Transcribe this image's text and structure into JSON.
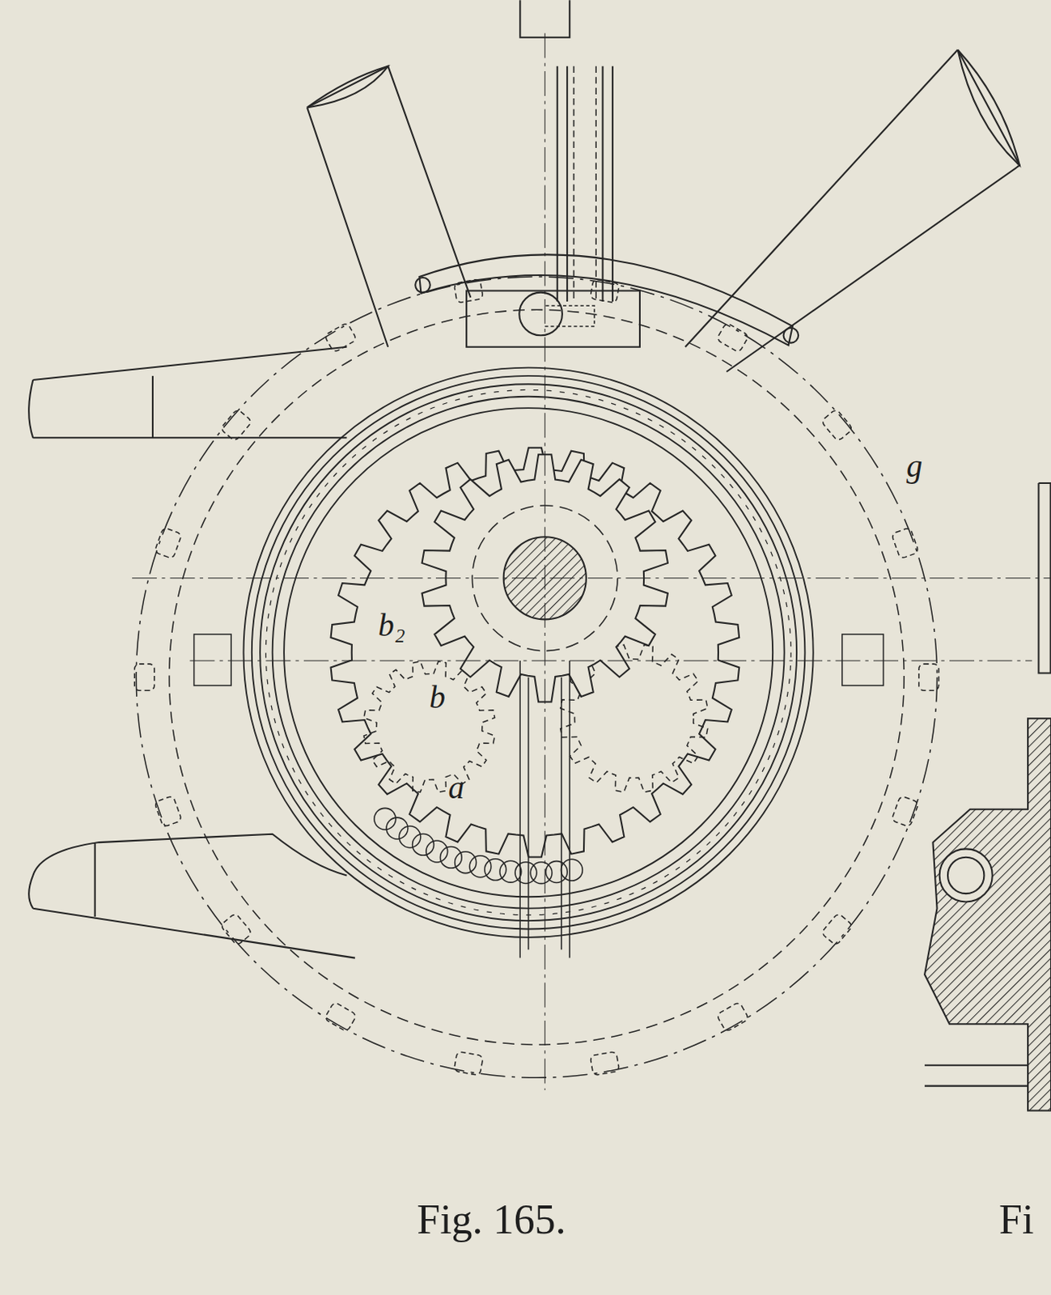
{
  "diagram": {
    "caption": "Fig. 165.",
    "labels": [
      "b₂",
      "b",
      "a",
      "g",
      "Fi"
    ]
  }
}
